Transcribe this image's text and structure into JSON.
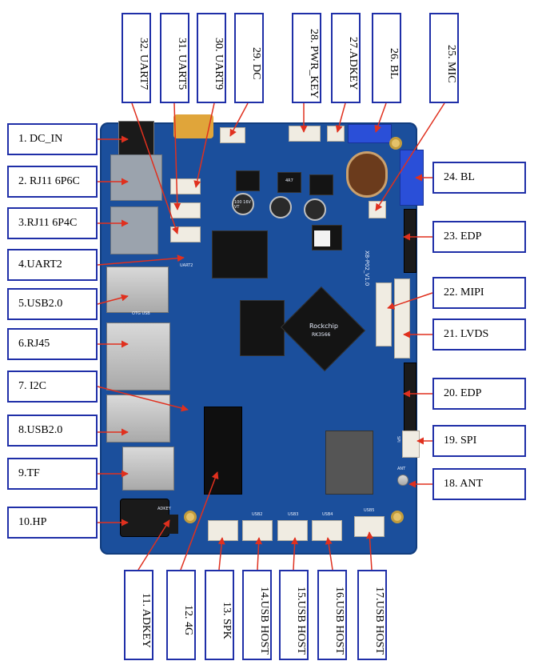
{
  "left_labels": [
    {
      "text": "1.  DC_IN"
    },
    {
      "text": "2.  RJ11 6P6C"
    },
    {
      "text": "3.RJ11 6P4C"
    },
    {
      "text": "4.UART2"
    },
    {
      "text": "5.USB2.0"
    },
    {
      "text": "6.RJ45"
    },
    {
      "text": "7. I2C"
    },
    {
      "text": "8.USB2.0"
    },
    {
      "text": "9.TF"
    },
    {
      "text": "10.HP"
    }
  ],
  "right_labels": [
    {
      "text": "24. BL"
    },
    {
      "text": "23. EDP"
    },
    {
      "text": "22. MIPI"
    },
    {
      "text": "21. LVDS"
    },
    {
      "text": "20. EDP"
    },
    {
      "text": "19. SPI"
    },
    {
      "text": "18. ANT"
    }
  ],
  "top_labels": [
    {
      "text": "32. UART7"
    },
    {
      "text": "31. UART5"
    },
    {
      "text": "30. UART9"
    },
    {
      "text": "29. DC"
    },
    {
      "text": "28. PWR_KEY"
    },
    {
      "text": "27.ADKEY"
    },
    {
      "text": "26. BL"
    },
    {
      "text": "25. MIC"
    }
  ],
  "bottom_labels": [
    {
      "text": "11. ADKEY"
    },
    {
      "text": "12. 4G"
    },
    {
      "text": "13. SPK"
    },
    {
      "text": "14.USB HOST"
    },
    {
      "text": "15.USB HOST"
    },
    {
      "text": "16.USB HOST"
    },
    {
      "text": "17.USB HOST"
    }
  ],
  "board_silkscreen": {
    "soc_brand": "Rockchip",
    "soc_model": "RK3566",
    "board_model": "X8-P02_V1.0",
    "otg": "OTG USB",
    "uart2": "UART2",
    "usb2": "USB2",
    "usb3": "USB3",
    "usb4": "USB4",
    "usb5": "USB5",
    "adkey": "ADKEY",
    "spi": "SPI",
    "ant": "ANT",
    "cap_text": "100 16V VT",
    "inductor": "4R7"
  },
  "colors": {
    "label_border": "#1f2fa8",
    "arrow": "#e0301e",
    "board": "#1b4f9c"
  }
}
